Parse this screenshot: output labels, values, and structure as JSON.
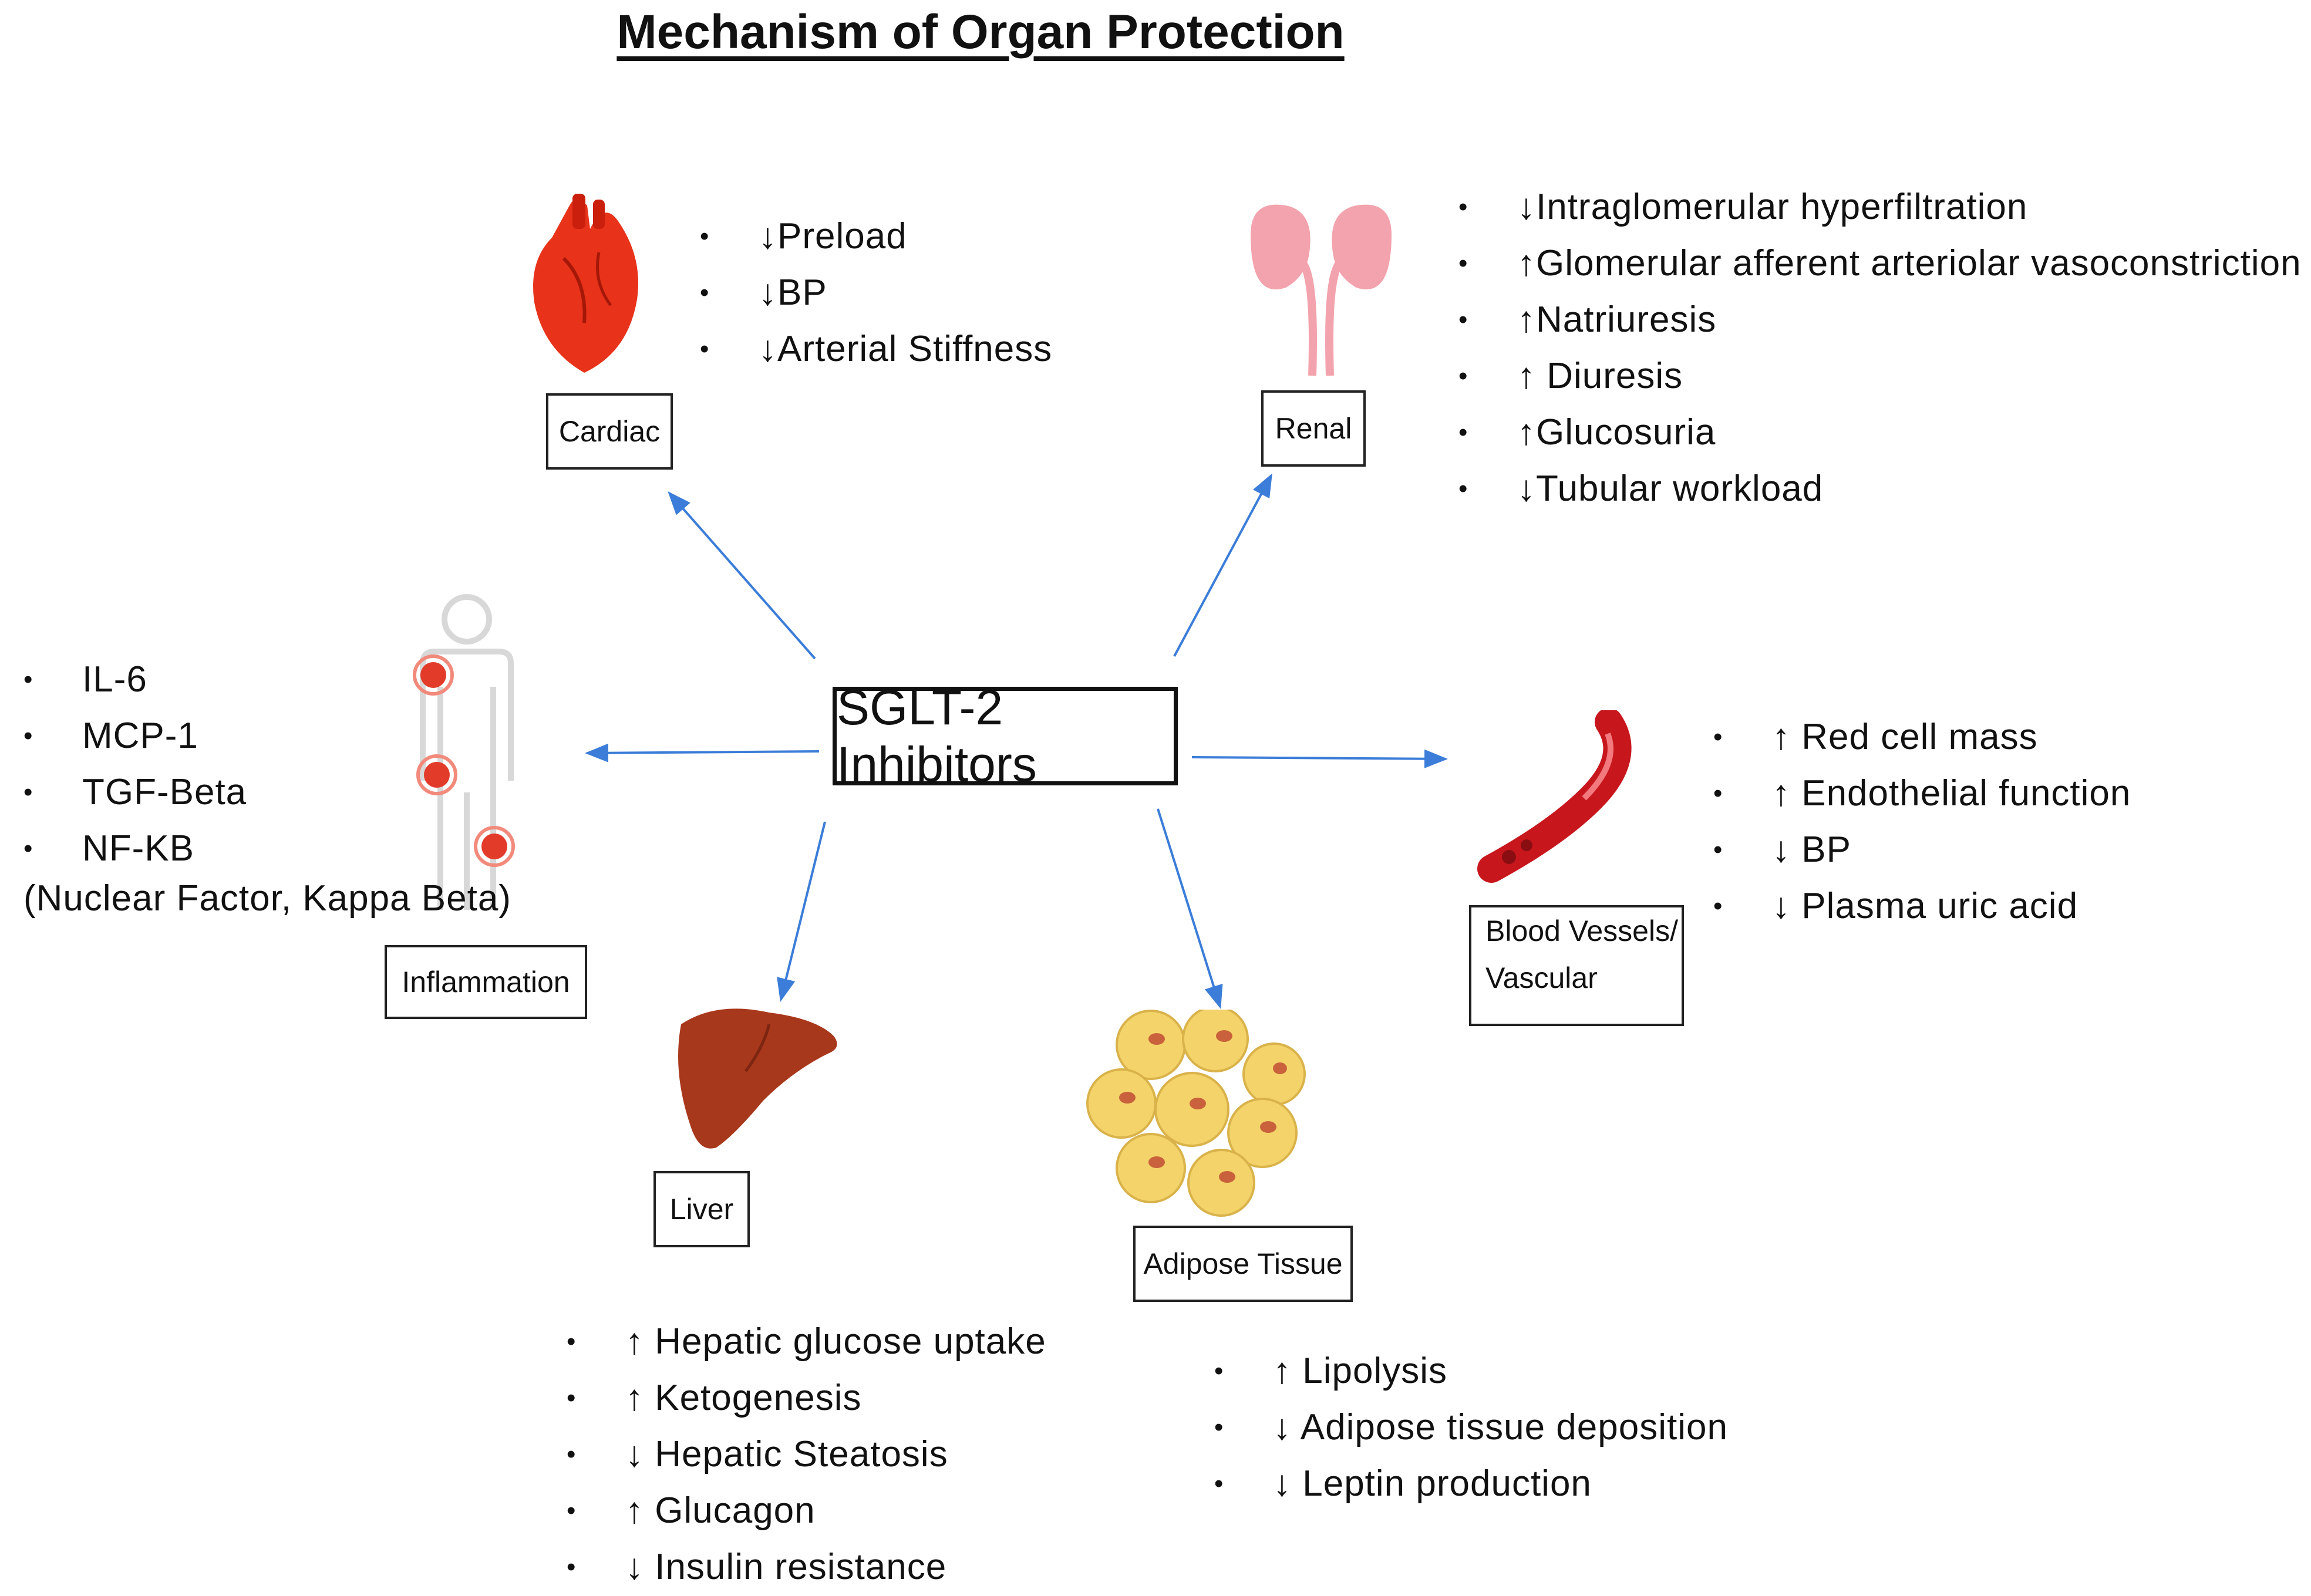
{
  "title": "Mechanism of Organ Protection",
  "center": "SGLT-2 Inhibitors",
  "colors": {
    "arrow": "#3b7dd8",
    "heart": "#e8321a",
    "kidney": "#f3a3ad",
    "liver": "#a8381c",
    "adipose": "#f4d46a",
    "vessel": "#c8161d",
    "inflammation": "#e23b2a"
  },
  "organs": {
    "cardiac": {
      "label": "Cardiac",
      "icon": "heart-icon",
      "effects": [
        "↓Preload",
        "↓BP",
        "↓Arterial Stiffness"
      ]
    },
    "renal": {
      "label": "Renal",
      "icon": "kidneys-icon",
      "effects": [
        "↓Intraglomerular hyperfiltration",
        "↑Glomerular afferent arteriolar vasoconstriction",
        "↑Natriuresis",
        "↑ Diuresis",
        "↑Glucosuria",
        "↓Tubular workload"
      ]
    },
    "inflammation": {
      "label": "Inflammation",
      "icon": "human-figure-icon",
      "effects": [
        "IL-6",
        "MCP-1",
        "TGF-Beta",
        "NF-KB"
      ],
      "note": "(Nuclear Factor, Kappa Beta)"
    },
    "vascular": {
      "label_line1": "Blood Vessels/",
      "label_line2": "Vascular",
      "icon": "blood-vessel-icon",
      "effects": [
        "↑ Red cell mass",
        "↑ Endothelial function",
        "↓ BP",
        "↓ Plasma uric acid"
      ]
    },
    "liver": {
      "label": "Liver",
      "icon": "liver-icon",
      "effects": [
        "↑ Hepatic glucose uptake",
        "↑ Ketogenesis",
        "↓ Hepatic Steatosis",
        "↑ Glucagon",
        "↓ Insulin resistance"
      ]
    },
    "adipose": {
      "label": "Adipose Tissue",
      "icon": "fat-cells-icon",
      "effects": [
        "↑ Lipolysis",
        "↓ Adipose tissue deposition",
        "↓ Leptin production"
      ]
    }
  }
}
